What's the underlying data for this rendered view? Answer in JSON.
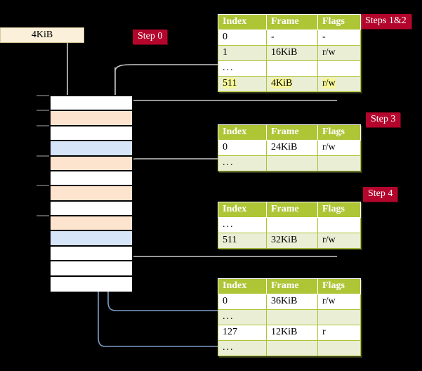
{
  "diagram": {
    "title_badges": [
      {
        "id": "steps-1-2",
        "label": "Steps 1&2"
      },
      {
        "id": "step-0",
        "label": "Step 0"
      },
      {
        "id": "step-3",
        "label": "Step 3"
      },
      {
        "id": "step-4",
        "label": "Step 4"
      }
    ],
    "virtual_box": {
      "label": "4KiB"
    },
    "colors": {
      "badge_bg": "#b4062c",
      "table_header": "#aec536",
      "table_alt_row": "#e9eed5",
      "highlight": "#f6f69a",
      "vbox_bg": "#fbf0d9",
      "mem_orange": "#fce4ce",
      "mem_blue": "#d6e5f7",
      "wire_gray": "#b9b9b9",
      "wire_blue": "#7c9cc4"
    },
    "memory_column": {
      "name": "physical-memory",
      "rows": [
        {
          "fill": "#ffffff",
          "tick": true
        },
        {
          "fill": "#fce4ce",
          "tick": true
        },
        {
          "fill": "#ffffff",
          "tick": true
        },
        {
          "fill": "#d6e5f7",
          "tick": false
        },
        {
          "fill": "#fce4ce",
          "tick": true
        },
        {
          "fill": "#ffffff",
          "tick": false
        },
        {
          "fill": "#fce4ce",
          "tick": true
        },
        {
          "fill": "#ffffff",
          "tick": false
        },
        {
          "fill": "#fce4ce",
          "tick": true
        },
        {
          "fill": "#d6e5f7",
          "tick": false
        },
        {
          "fill": "#ffffff",
          "tick": false
        },
        {
          "fill": "#ffffff",
          "tick": false
        },
        {
          "fill": "#ffffff",
          "tick": false
        }
      ]
    },
    "tables": [
      {
        "id": "table-level-4",
        "columns": [
          "Index",
          "Frame",
          "Flags"
        ],
        "rows": [
          {
            "style": "plain",
            "cells": [
              "0",
              "-",
              "-"
            ],
            "highlight": false
          },
          {
            "style": "alt",
            "cells": [
              "1",
              "16KiB",
              "r/w"
            ],
            "highlight": false
          },
          {
            "style": "plain",
            "cells": [
              "...",
              "",
              ""
            ],
            "highlight": false
          },
          {
            "style": "alt",
            "cells": [
              "511",
              "4KiB",
              "r/w"
            ],
            "highlight": true
          }
        ]
      },
      {
        "id": "table-level-3",
        "columns": [
          "Index",
          "Frame",
          "Flags"
        ],
        "rows": [
          {
            "style": "plain",
            "cells": [
              "0",
              "24KiB",
              "r/w"
            ],
            "highlight": false
          },
          {
            "style": "alt",
            "cells": [
              "...",
              "",
              ""
            ],
            "highlight": false
          }
        ]
      },
      {
        "id": "table-level-2",
        "columns": [
          "Index",
          "Frame",
          "Flags"
        ],
        "rows": [
          {
            "style": "plain",
            "cells": [
              "...",
              "",
              ""
            ],
            "highlight": false
          },
          {
            "style": "alt",
            "cells": [
              "511",
              "32KiB",
              "r/w"
            ],
            "highlight": false
          }
        ]
      },
      {
        "id": "table-level-1",
        "columns": [
          "Index",
          "Frame",
          "Flags"
        ],
        "rows": [
          {
            "style": "plain",
            "cells": [
              "0",
              "36KiB",
              "r/w"
            ],
            "highlight": false
          },
          {
            "style": "alt",
            "cells": [
              "...",
              "",
              ""
            ],
            "highlight": false
          },
          {
            "style": "plain",
            "cells": [
              "127",
              "12KiB",
              "r"
            ],
            "highlight": false
          },
          {
            "style": "alt",
            "cells": [
              "...",
              "",
              ""
            ],
            "highlight": false
          }
        ]
      }
    ]
  }
}
